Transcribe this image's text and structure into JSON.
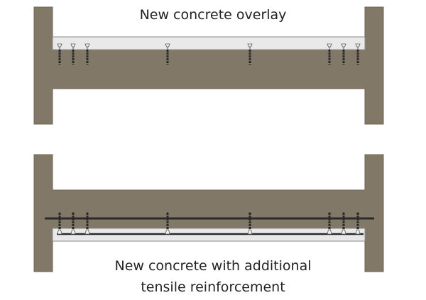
{
  "colors": {
    "concrete": "#817868",
    "concrete_edge": "#6d6556",
    "overlay": "#e9e9e9",
    "overlay_edge": "#8a8a8a",
    "steel": "#2a2a2a",
    "anchor_head": "#f2f2f2"
  },
  "top_diagram": {
    "caption": "New concrete overlay",
    "anchor_x": [
      84,
      103,
      123,
      236,
      352,
      464,
      484,
      504
    ]
  },
  "bottom_diagram": {
    "caption_line1": "New concrete with additional",
    "caption_line2": "tensile reinforcement",
    "anchor_x": [
      84,
      103,
      123,
      236,
      352,
      464,
      484,
      504
    ]
  }
}
